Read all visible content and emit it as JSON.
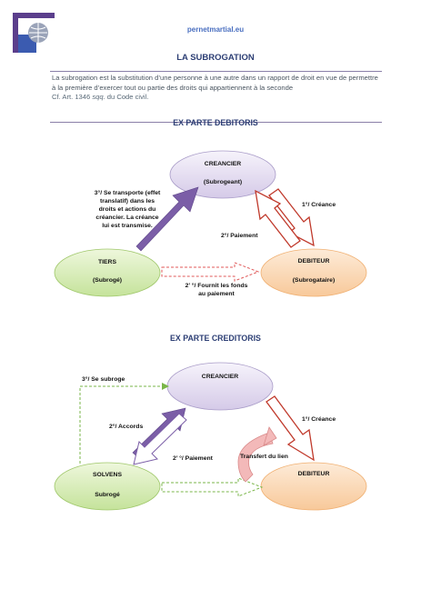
{
  "header": {
    "site": "pernetmartial.eu",
    "title": "LA SUBROGATION"
  },
  "intro": {
    "text": "La subrogation est la substitution d’une personne à une autre dans un rapport de droit en vue de permettre à la première d’exercer tout ou partie des droits qui appartiennent à la seconde",
    "ref_prefix": "Cf. Art. 1346 ",
    "ref_italic": "sqq.",
    "ref_suffix": " du Code civil."
  },
  "debitoris": {
    "title": "EX PARTE DEBITORIS",
    "creancier": {
      "name": "CREANCIER",
      "sub": "(Subrogeant)"
    },
    "tiers": {
      "name": "TIERS",
      "sub": "(Subrogé)"
    },
    "debiteur": {
      "name": "DEBITEUR",
      "sub": "(Subrogataire)"
    },
    "label_3": [
      "3°/ Se transporte (effet",
      "translatif) dans les",
      "droits et actions du",
      "créancier. La créance",
      "lui est transmise."
    ],
    "label_1": "1°/ Créance",
    "label_2": "2°/ Paiement",
    "label_2b": [
      "2’ °/ Fournit les fonds",
      "au paiement"
    ]
  },
  "creditoris": {
    "title": "EX PARTE CREDITORIS",
    "creancier": {
      "name": "CREANCIER"
    },
    "solvens": {
      "name": "SOLVENS",
      "sub": "Subrogé"
    },
    "debiteur": {
      "name": "DEBITEUR"
    },
    "label_3": "3°/ Se subroge",
    "label_1": "1°/ Créance",
    "label_2": "2°/ Accords",
    "label_2b": "2’ °/ Paiement",
    "label_transfert": "Transfert du lien"
  },
  "colors": {
    "purple": "#7b5ea7",
    "red_outline": "#c0392b",
    "green_dashed": "#7ab648"
  }
}
